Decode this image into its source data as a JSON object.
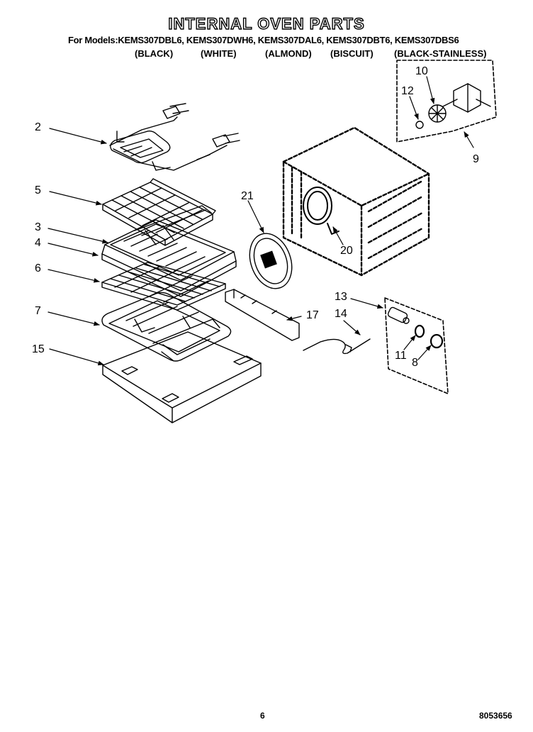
{
  "title": "INTERNAL OVEN PARTS",
  "models_line": "For Models:KEMS307DBL6, KEMS307DWH6, KEMS307DAL6, KEMS307DBT6, KEMS307DBS6",
  "colors": [
    "(BLACK)",
    "(WHITE)",
    "(ALMOND)",
    "(BISCUIT)",
    "(BLACK-STAINLESS)"
  ],
  "callouts": {
    "c2": "2",
    "c5": "5",
    "c3": "3",
    "c4": "4",
    "c6": "6",
    "c7": "7",
    "c15": "15",
    "c21": "21",
    "c20": "20",
    "c17": "17",
    "c13": "13",
    "c14": "14",
    "c11": "11",
    "c8": "8",
    "c10": "10",
    "c12": "12",
    "c9": "9"
  },
  "footer": {
    "page": "6",
    "doc": "8053656"
  }
}
